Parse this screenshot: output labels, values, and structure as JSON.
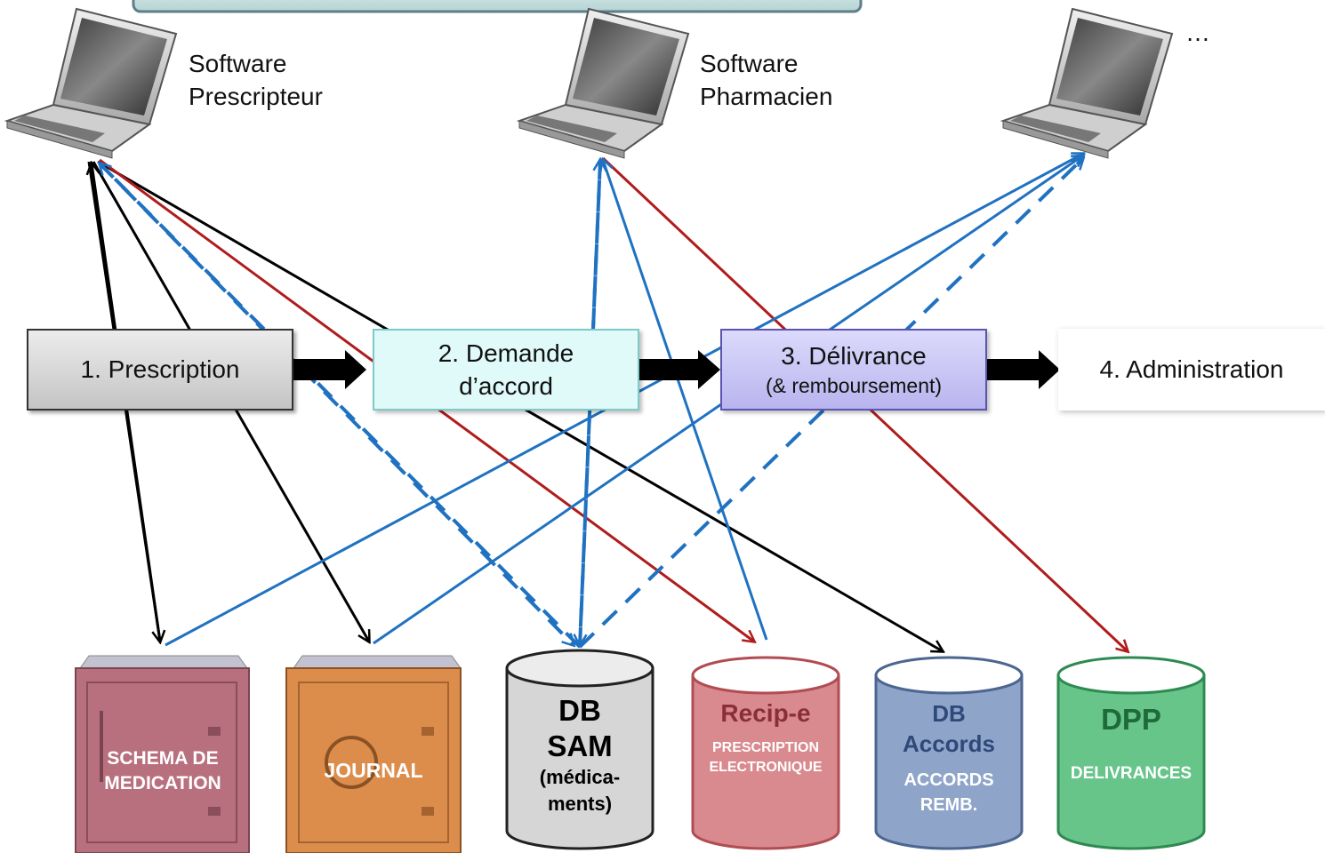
{
  "laptops": [
    {
      "label_line1": "Software",
      "label_line2": "Prescripteur"
    },
    {
      "label_line1": "Software",
      "label_line2": "Pharmacien"
    },
    {
      "label_line1": "…",
      "label_line2": ""
    }
  ],
  "steps": [
    {
      "text_line1": "1. Prescription",
      "text_line2": ""
    },
    {
      "text_line1": "2. Demande",
      "text_line2": "d’accord"
    },
    {
      "text_line1": "3. Délivrance",
      "text_line2": "(& remboursement)"
    },
    {
      "text_line1": "4. Administration",
      "text_line2": ""
    }
  ],
  "safes": [
    {
      "line1": "SCHEMA DE",
      "line2": "MEDICATION"
    },
    {
      "line1": "JOURNAL",
      "line2": ""
    }
  ],
  "databases": {
    "sam": {
      "title1": "DB",
      "title2": "SAM",
      "sub1": "(médica-",
      "sub2": "ments)"
    },
    "recipe": {
      "title": "Recip-e",
      "sub1": "PRESCRIPTION",
      "sub2": "ELECTRONIQUE"
    },
    "accords": {
      "title1": "DB",
      "title2": "Accords",
      "sub1": "ACCORDS",
      "sub2": "REMB."
    },
    "dpp": {
      "title": "DPP",
      "sub": "DELIVRANCES"
    }
  },
  "colors": {
    "black_arrow": "#000000",
    "red_arrow": "#b01c1c",
    "blue_arrow": "#1f72c1",
    "step1_fill": "#d4d4d4",
    "step2_fill": "#dffaf9",
    "step3_fill": "#c8c4f3",
    "safe_schema": "#b9707e",
    "safe_journal": "#dc8d4c",
    "db_sam": "#d6d6d6",
    "db_recipe": "#d98a8e",
    "db_accords": "#8ea4c9",
    "db_dpp": "#67c58a"
  }
}
